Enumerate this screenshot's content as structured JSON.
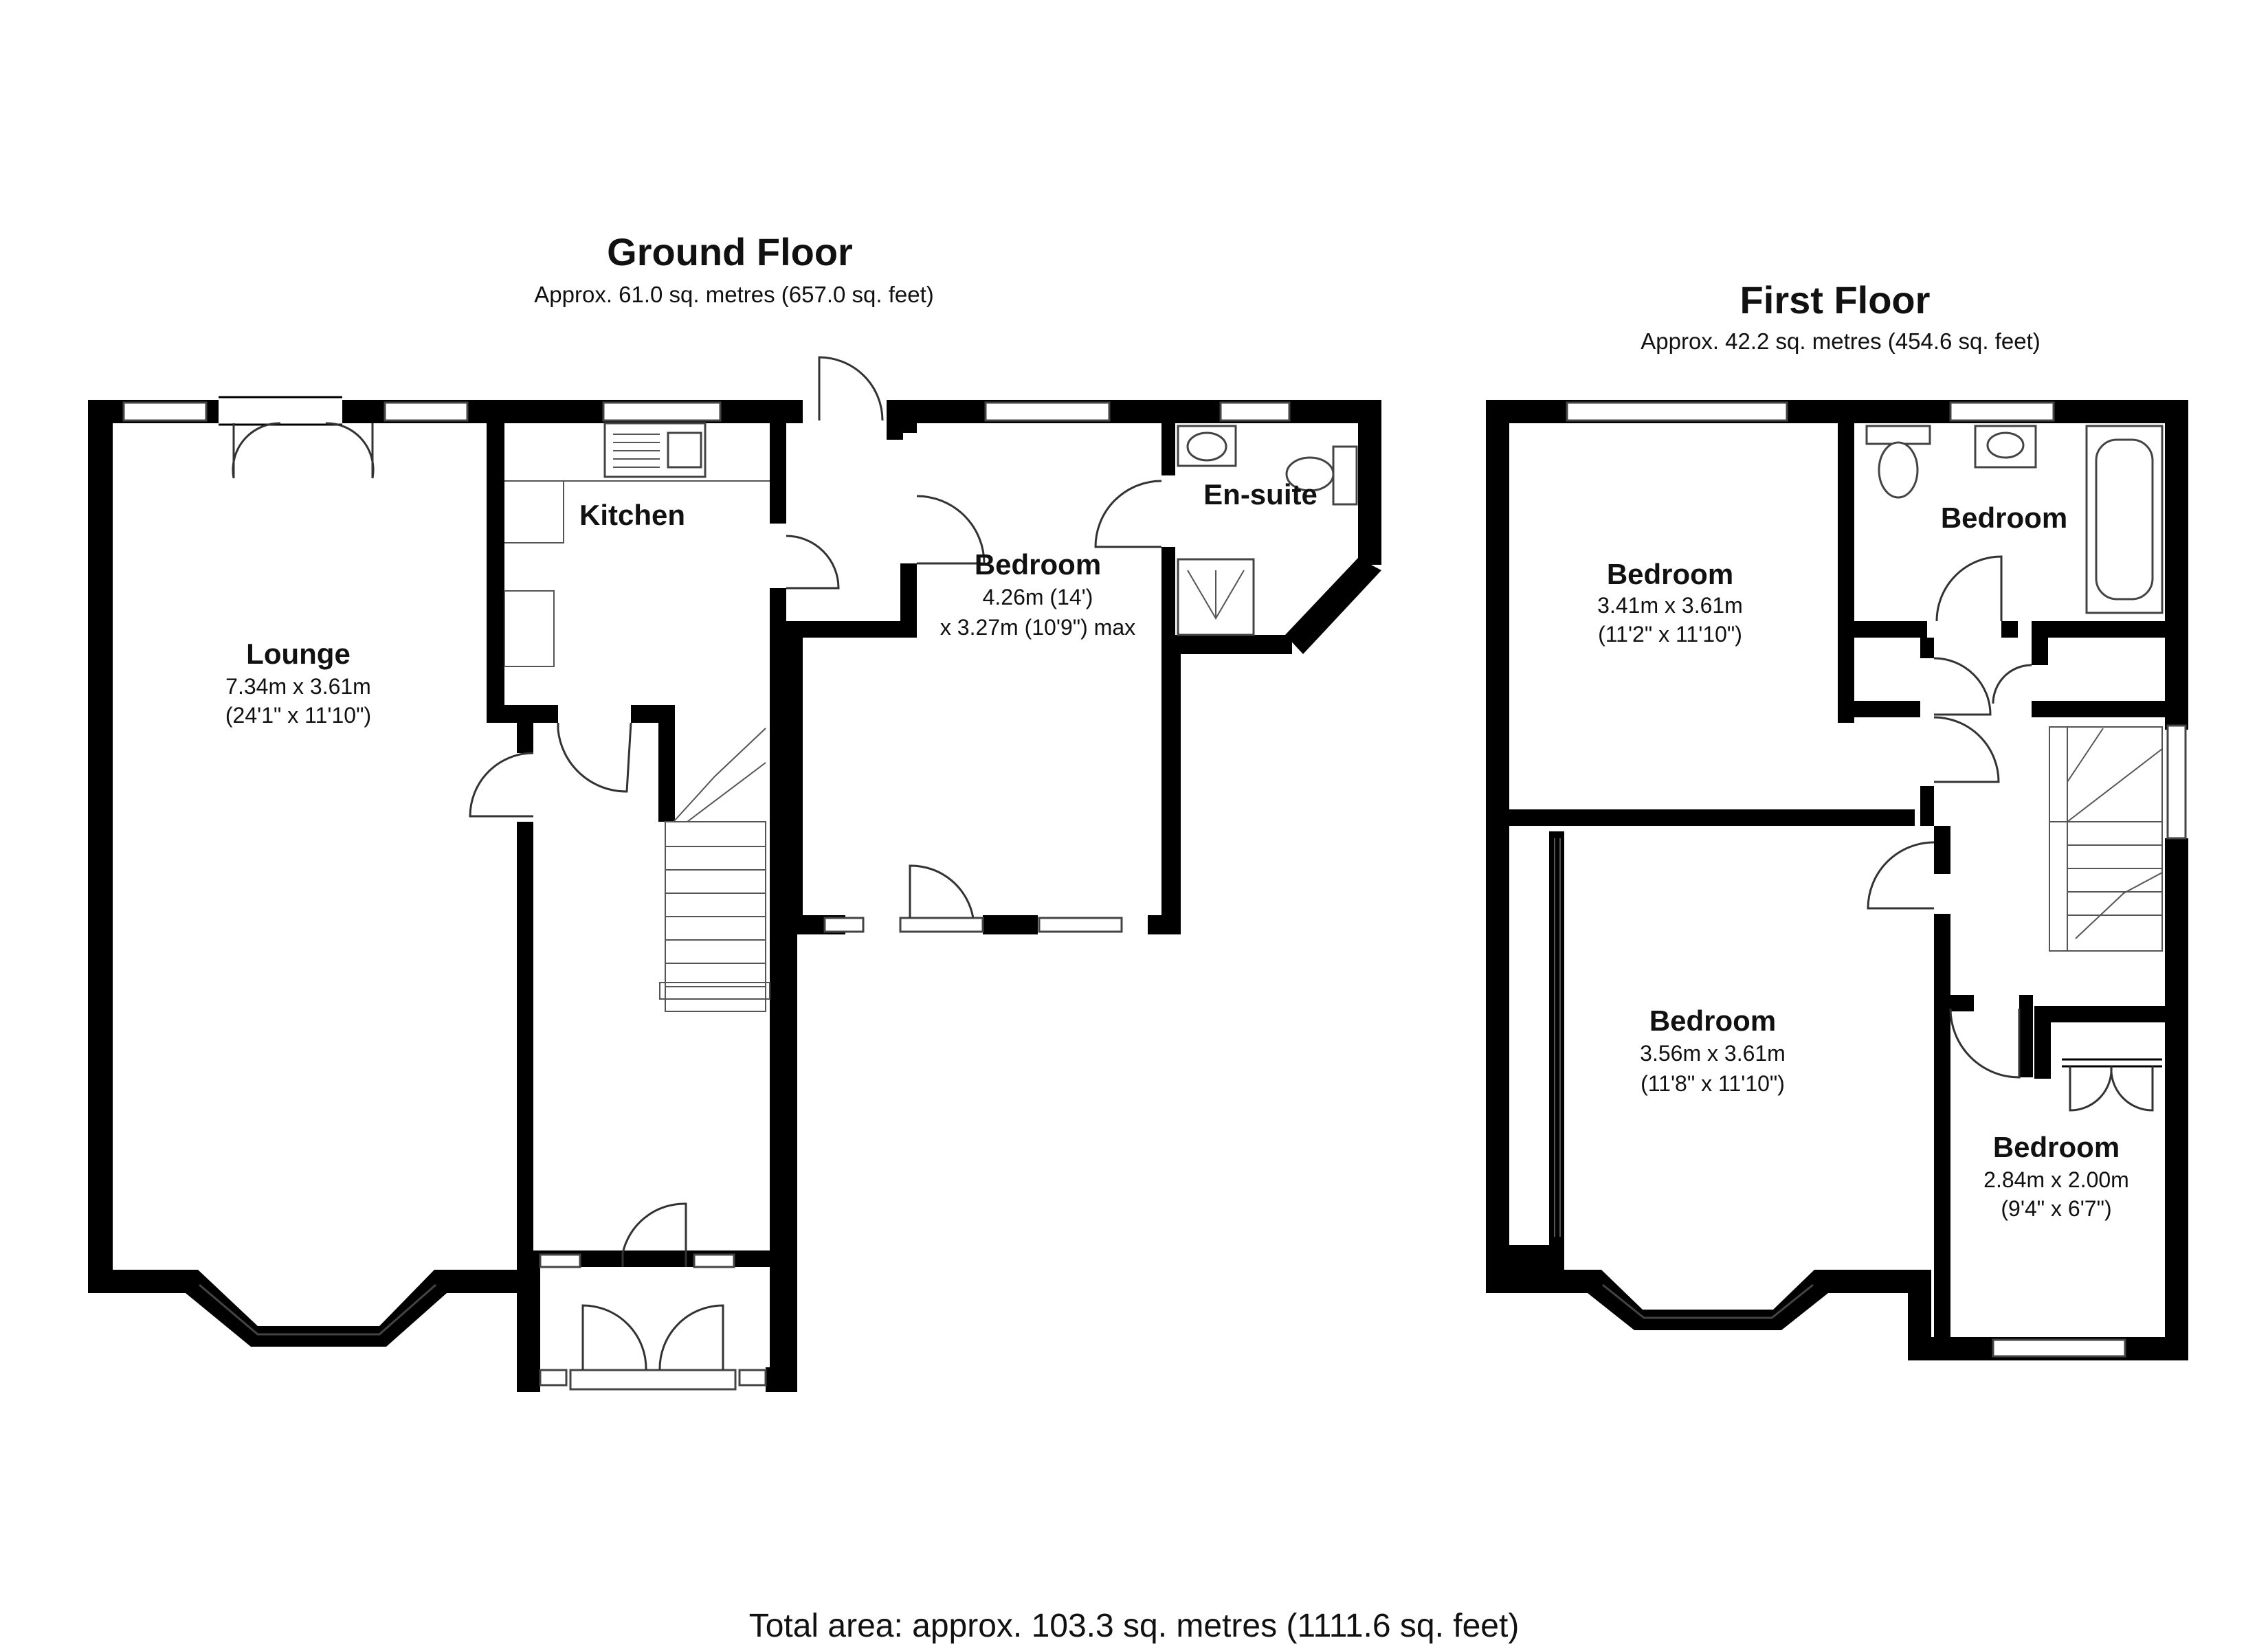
{
  "ground_floor": {
    "title": "Ground Floor",
    "area": "Approx. 61.0 sq. metres (657.0 sq. feet)",
    "rooms": {
      "lounge": {
        "name": "Lounge",
        "dim1": "7.34m x 3.61m",
        "dim2": "(24'1\" x 11'10\")"
      },
      "kitchen": {
        "name": "Kitchen"
      },
      "bedroom": {
        "name": "Bedroom",
        "dim1": "4.26m (14')",
        "dim2": "x 3.27m (10'9\") max"
      },
      "ensuite": {
        "name": "En-suite"
      }
    }
  },
  "first_floor": {
    "title": "First Floor",
    "area": "Approx. 42.2 sq. metres (454.6 sq. feet)",
    "rooms": {
      "bedroom_a": {
        "name": "Bedroom",
        "dim1": "3.41m x 3.61m",
        "dim2": "(11'2\" x 11'10\")"
      },
      "bedroom_b": {
        "name": "Bedroom"
      },
      "bedroom_c": {
        "name": "Bedroom",
        "dim1": "3.56m x 3.61m",
        "dim2": "(11'8\" x 11'10\")"
      },
      "bedroom_d": {
        "name": "Bedroom",
        "dim1": "2.84m x 2.00m",
        "dim2": "(9'4\" x 6'7\")"
      }
    }
  },
  "total_area": "Total area: approx. 103.3 sq. metres (1111.6 sq. feet)"
}
